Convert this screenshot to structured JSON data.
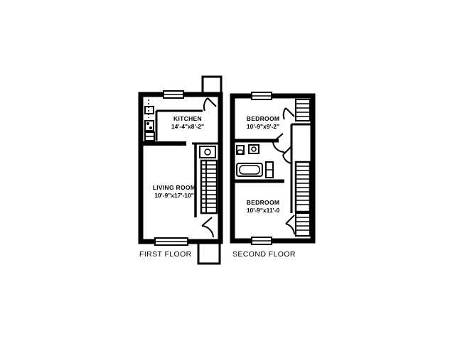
{
  "first_floor": {
    "label": "FIRST FLOOR",
    "rooms": [
      {
        "name": "KITCHEN",
        "dims": "14'-4\"x8'-2\""
      },
      {
        "name": "LIVING ROOM",
        "dims": "10'-9\"x17'-10\""
      }
    ]
  },
  "second_floor": {
    "label": "SECOND FLOOR",
    "rooms": [
      {
        "name": "BEDROOM",
        "dims": "10'-9\"x9'-2\""
      },
      {
        "name": "BEDROOM",
        "dims": "10'-9\"x11'-0"
      }
    ]
  }
}
